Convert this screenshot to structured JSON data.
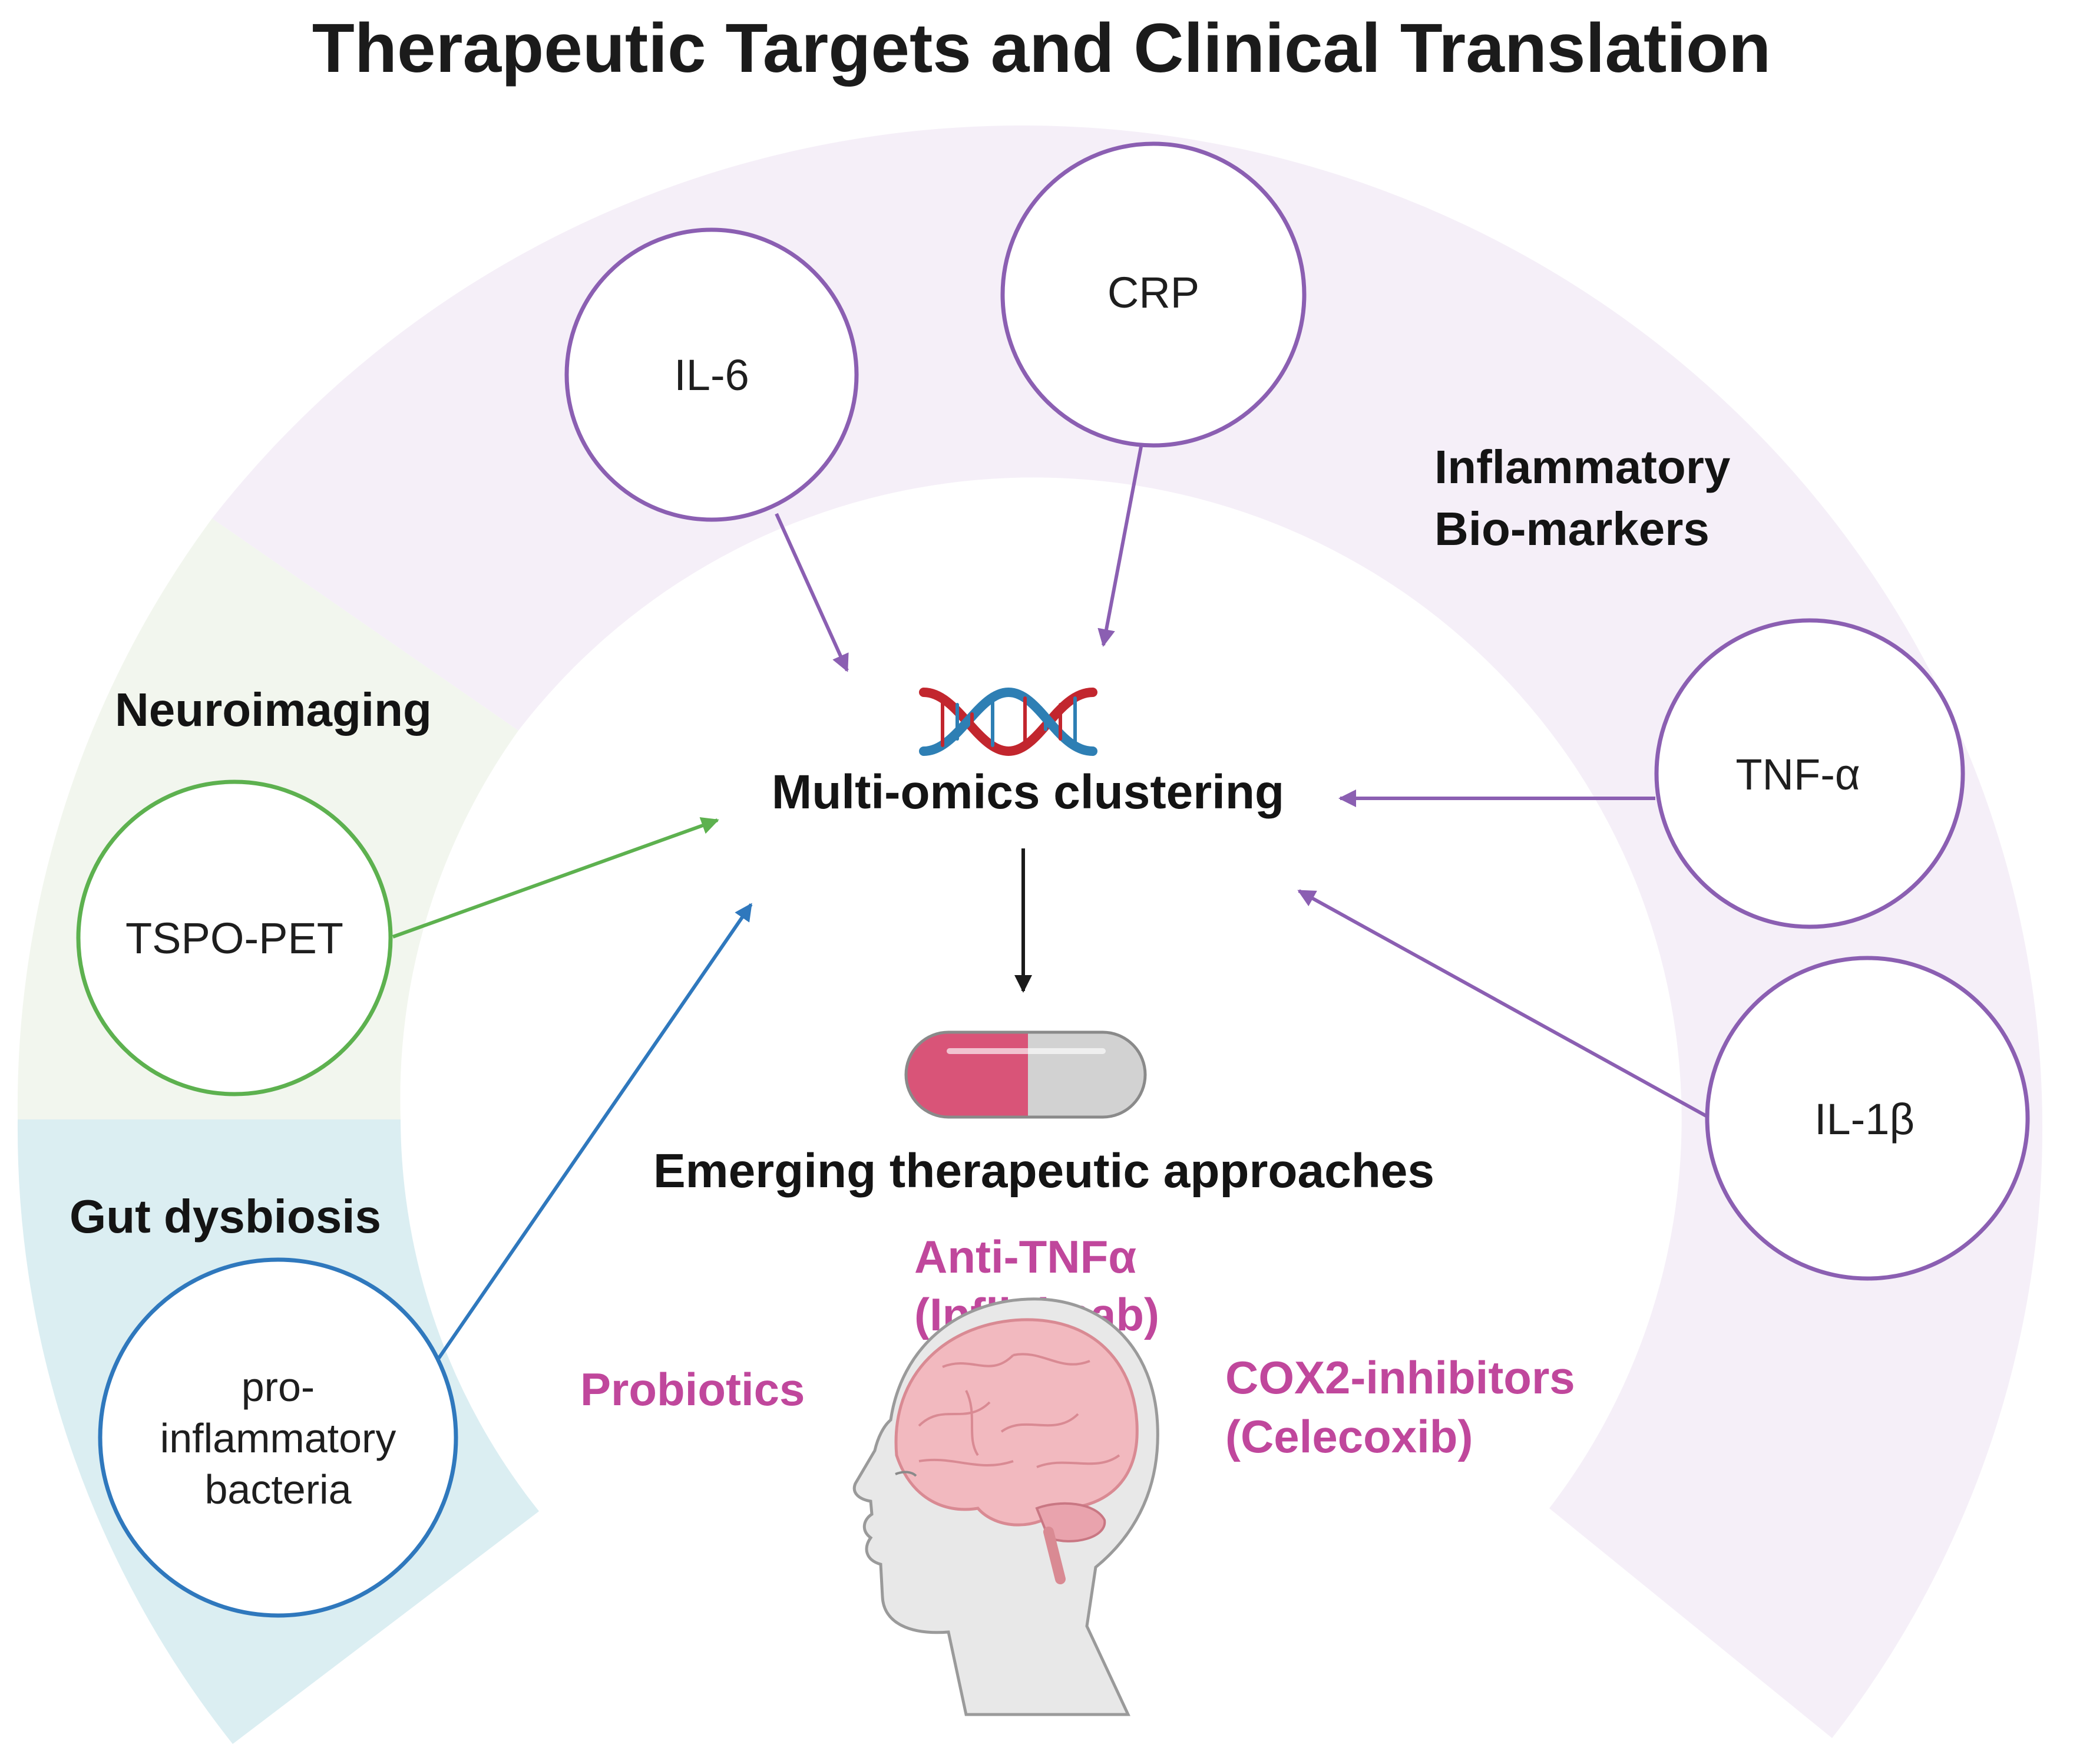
{
  "title": "Therapeutic Targets and Clinical Translation",
  "sections": {
    "inflammatory_line1": "Inflammatory",
    "inflammatory_line2": "Bio-markers",
    "neuroimaging": "Neuroimaging",
    "gut": "Gut dysbiosis"
  },
  "nodes": {
    "il6": "IL-6",
    "crp": "CRP",
    "tnf": "TNF-α",
    "il1b": "IL-1β",
    "tspo": "TSPO-PET",
    "bacteria_line1": "pro-",
    "bacteria_line2": "inflammatory",
    "bacteria_line3": "bacteria"
  },
  "center": {
    "multiomics": "Multi-omics clustering",
    "emerging": "Emerging therapeutic approaches"
  },
  "therapies": {
    "anti_tnf_line1": "Anti-TNFα",
    "anti_tnf_line2": "(Infliximab)",
    "probiotics": "Probiotics",
    "cox2_line1": "COX2-inhibitors",
    "cox2_line2": "(Celecoxib)"
  },
  "colors": {
    "purple": "#8b5fb2",
    "green": "#5db14f",
    "blue": "#2f78bd",
    "pink": "#c0479c",
    "ring_purple": "#f5eff8",
    "ring_green": "#f2f6ee",
    "ring_blue": "#dbeef2"
  },
  "icons": [
    "dna-helix-icon",
    "capsule-pill-icon",
    "human-head-brain-icon"
  ]
}
